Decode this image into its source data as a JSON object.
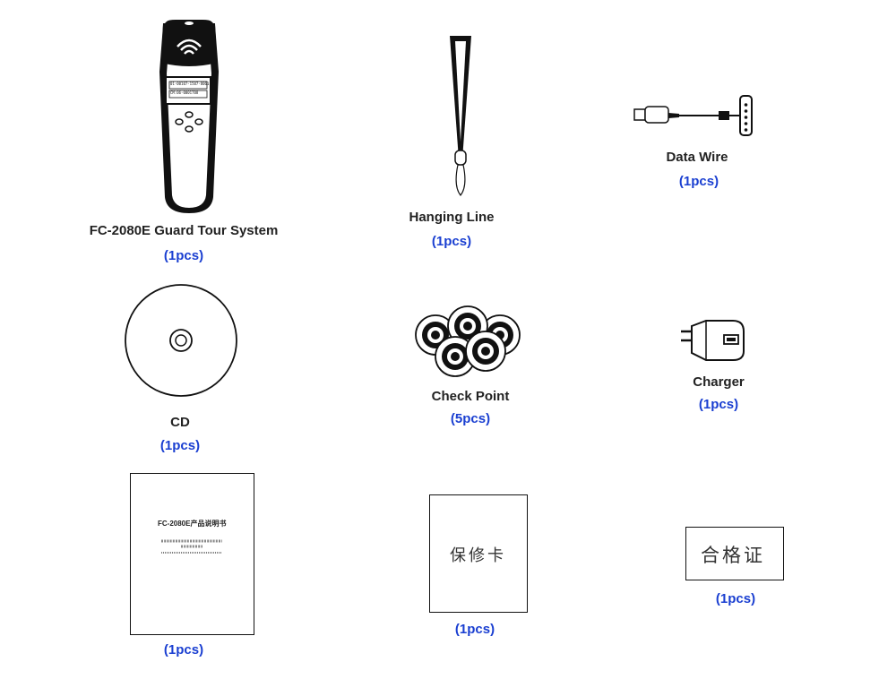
{
  "items": {
    "device": {
      "name": "FC-2080E Guard Tour System",
      "qty": "(1pcs)",
      "screen_line1": "01-00107-1507-8061",
      "screen_line2": "CM:06-0001708"
    },
    "lanyard": {
      "name": "Hanging Line",
      "qty": "(1pcs)"
    },
    "wire": {
      "name": "Data Wire",
      "qty": "(1pcs)"
    },
    "cd": {
      "name": "CD",
      "qty": "(1pcs)"
    },
    "points": {
      "name": "Check Point",
      "qty": "(5pcs)"
    },
    "charger": {
      "name": "Charger",
      "qty": "(1pcs)"
    },
    "manual": {
      "qty": "(1pcs)",
      "cover_title": "FC-2080E产品说明书"
    },
    "warranty": {
      "qty": "(1pcs)",
      "card_text": "保修卡"
    },
    "certificate": {
      "qty": "(1pcs)",
      "card_text": "合格证"
    }
  }
}
